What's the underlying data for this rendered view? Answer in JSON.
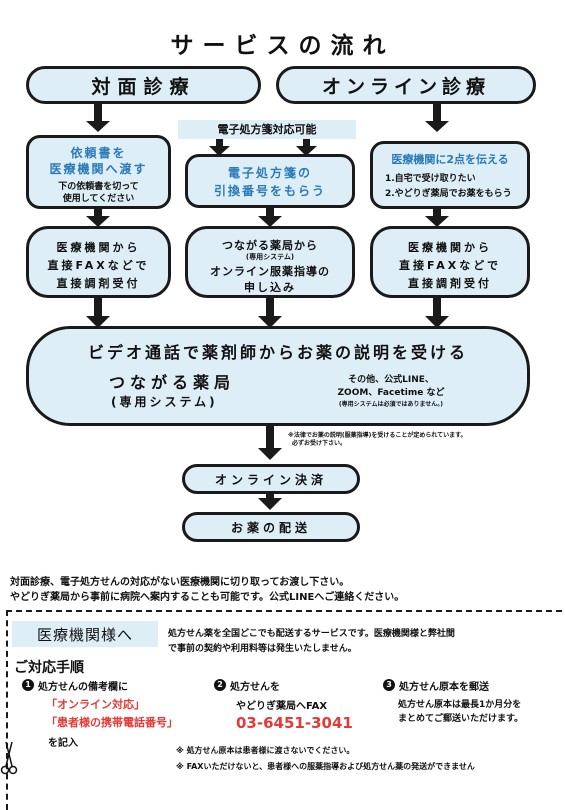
{
  "title": "サービスの流れ",
  "top_left": "対面診療",
  "top_right": "オンライン診療",
  "epres_banner": "電子処方箋対応可能",
  "col1": {
    "line1": "依頼書を",
    "line2": "医療機関へ渡す",
    "note1": "下の依頼書を切って",
    "note2": "使用してください"
  },
  "col2": {
    "line1": "電子処方箋の",
    "line2": "引換番号をもらう"
  },
  "col3": {
    "head": "医療機関に2点を伝える",
    "item1": "1.自宅で受け取りたい",
    "item2": "2.やどりぎ薬局でお薬をもらう"
  },
  "step2_left": {
    "l1": "医療機関から",
    "l2": "直接FAXなどで",
    "l3": "直接調剤受付"
  },
  "step2_mid": {
    "l1": "つながる薬局から",
    "l2": "(専用システム)",
    "l3": "オンライン服薬指導の",
    "l4": "申し込み"
  },
  "step2_right": {
    "l1": "医療機関から",
    "l2": "直接FAXなどで",
    "l3": "直接調剤受付"
  },
  "video": {
    "title": "ビデオ通話で薬剤師からお薬の説明を受ける",
    "sub1": "つながる薬局",
    "sub2": "(専用システム)",
    "other1": "その他、公式LINE、",
    "other2": "ZOOM、Facetime など",
    "other3": "(専用システムは必須ではありません。)"
  },
  "law_note1": "※法律でお薬の説明(服薬指導)を受けることが定められています。",
  "law_note2": "必ずお受け下さい。",
  "payment": "オンライン決済",
  "delivery": "お薬の配送",
  "info1": "対面診療、電子処方せんの対応がない医療機関に切り取ってお渡し下さい。",
  "info2": "やどりぎ薬局から事前に病院へ案内することも可能です。公式LINEへご連絡ください。",
  "clinic": {
    "badge": "医療機関様へ",
    "desc1": "処方せん薬を全国どこでも配送するサービスです。医療機関様と弊社間",
    "desc2": "で事前の契約や利用料等は発生いたしません。",
    "procedure": "ご対応手順",
    "s1_head": "処方せんの備考欄に",
    "s1_red1": "「オンライン対応」",
    "s1_red2": "「患者様の携帯電話番号」",
    "s1_tail": "を記入",
    "s2_head": "処方せんを",
    "s2_line2": "やどりぎ薬局へFAX",
    "fax": "03-6451-3041",
    "s3_head": "処方せん原本を郵送",
    "s3_line2": "処方せん原本は最長1か月分を",
    "s3_line3": "まとめてご郵送いただけます。",
    "note1": "※ 処方せん原本は患者様に渡さないでください。",
    "note2": "※ FAXいただけないと、患者様への服薬指導および処方せん薬の発送ができません"
  }
}
